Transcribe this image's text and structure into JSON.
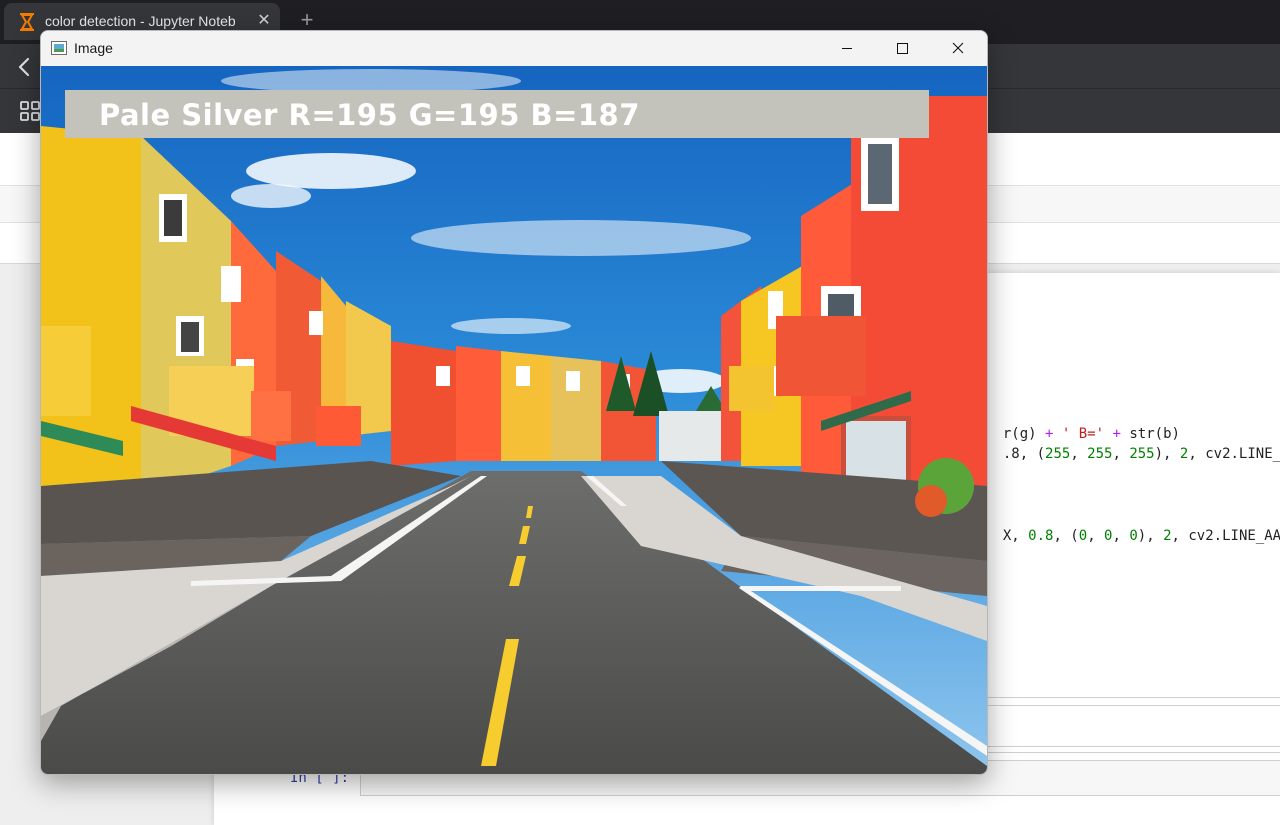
{
  "browser": {
    "tab_title": "color detection - Jupyter Noteb",
    "tab_icon": "hourglass-icon",
    "new_tab_label": "+",
    "close_label": "✕"
  },
  "notebook": {
    "code_line_1_parts": [
      "r(g) ",
      "+",
      " ",
      "' B='",
      " ",
      "+",
      " str(b)"
    ],
    "code_line_2_parts": [
      ".8, (",
      "255",
      ", ",
      "255",
      ", ",
      "255",
      "), ",
      "2",
      ", cv2.LINE_"
    ],
    "code_line_3_parts": [
      "X, ",
      "0.8",
      ", (",
      "0",
      ", ",
      "0",
      ", ",
      "0",
      "), ",
      "2",
      ", cv2.LINE_AA"
    ],
    "prompt": "In [ ]:"
  },
  "image_window": {
    "title": "Image",
    "color_label": "Pale Silver R=195 G=195 B=187",
    "detected_color_hex": "#c3c3bb",
    "controls": [
      "minimize-icon",
      "maximize-icon",
      "close-icon"
    ]
  }
}
